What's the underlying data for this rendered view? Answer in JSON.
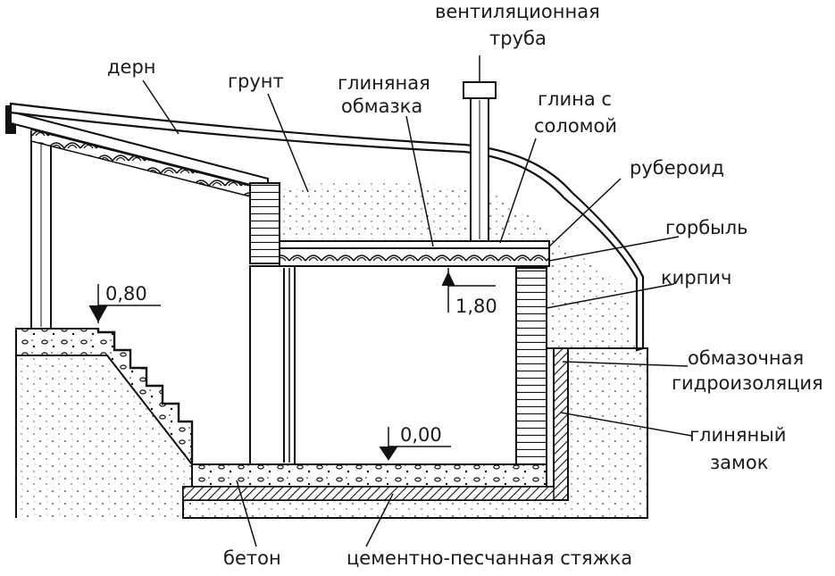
{
  "labels": {
    "sod": "дерн",
    "soil": "грунт",
    "clay_coating_1": "глиняная",
    "clay_coating_2": "обмазка",
    "vent_1": "вентиляционная",
    "vent_2": "труба",
    "clay_straw_1": "глина с",
    "clay_straw_2": "соломой",
    "roofing_felt": "рубероид",
    "slab": "горбыль",
    "brick": "кирпич",
    "waterproof_1": "обмазочная",
    "waterproof_2": "гидроизоляция",
    "clay_lock_1": "глиняный",
    "clay_lock_2": "замок",
    "concrete": "бетон",
    "screed": "цементно-песчанная стяжка"
  },
  "levels": {
    "entry": "0,80",
    "ceiling": "1,80",
    "floor": "0,00"
  }
}
